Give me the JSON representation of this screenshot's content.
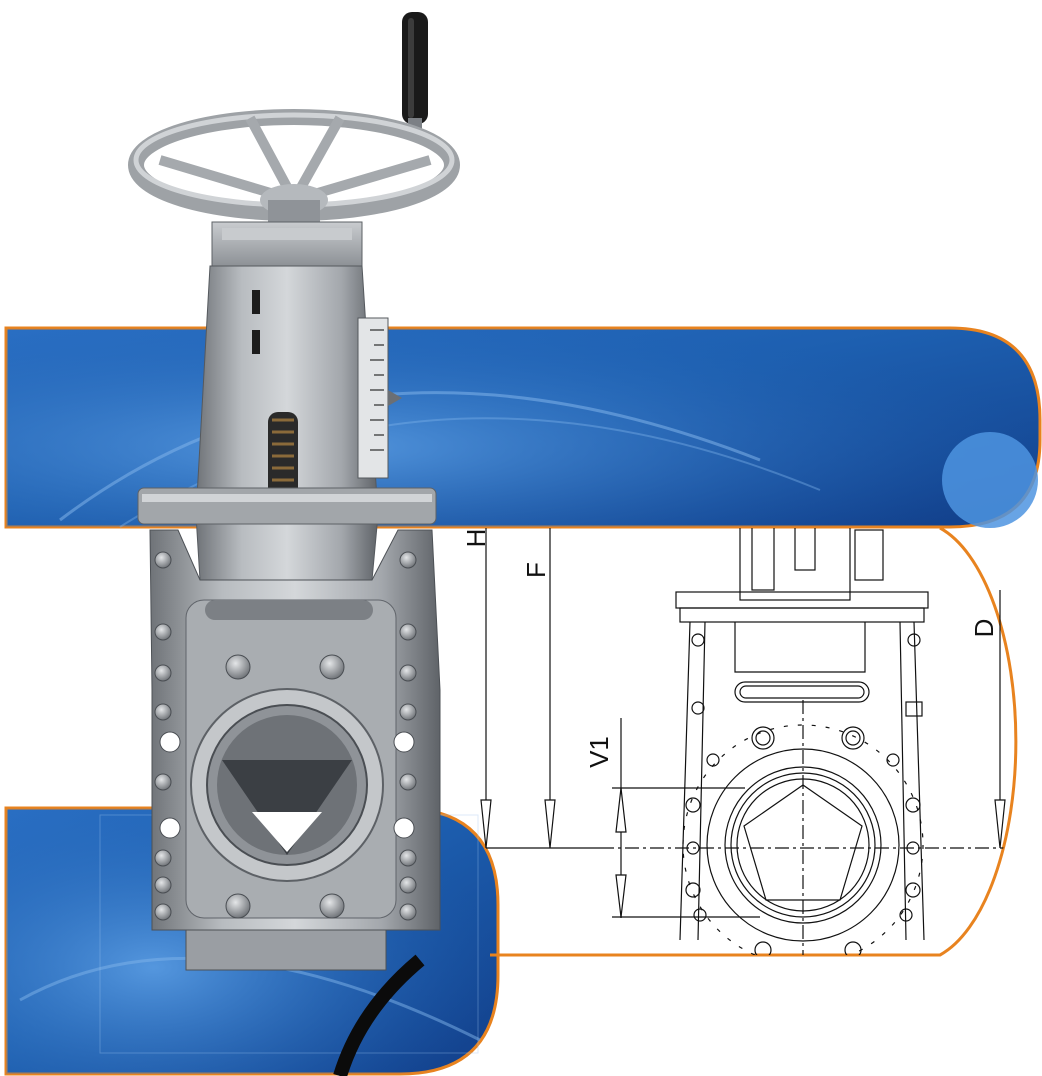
{
  "drawing": {
    "dimension_labels": {
      "h": "H",
      "f": "F",
      "d": "D",
      "v1": "V1"
    }
  },
  "colors": {
    "band_blue": "#1d5fb0",
    "band_light": "#4a8fd8",
    "band_dark": "#0f3d86",
    "accent_orange": "#e8831f",
    "valve_metal": "#9a9ea3",
    "valve_dark": "#5d6166",
    "handle": "#1a1a1a",
    "line": "#111111"
  },
  "icons": [
    "knife-gate-valve-photo",
    "handwheel",
    "crank-handle",
    "technical-drawing"
  ]
}
